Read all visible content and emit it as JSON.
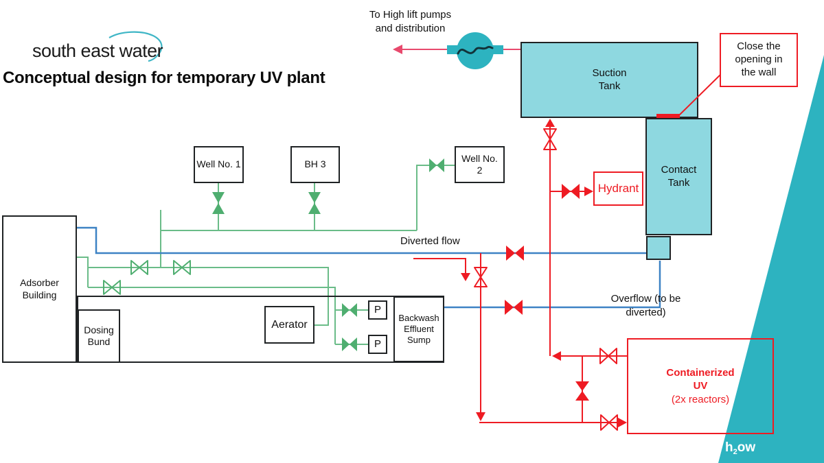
{
  "colors": {
    "tank_fill": "#8ed8e0",
    "brand_teal": "#2db3c0",
    "pipe_green": "#5fb57d",
    "pipe_green_line": "#6abc88",
    "pipe_blue": "#3d82c4",
    "pipe_red": "#ee1b23",
    "pump_line_pink": "#e8496d"
  },
  "header": {
    "logo": "south east water",
    "title": "Conceptual design for temporary UV plant"
  },
  "annotations": {
    "high_lift": "To High lift pumps\nand distribution"
  },
  "tanks": {
    "suction": "Suction\nTank",
    "contact": "Contact\nTank"
  },
  "sources": {
    "well1": "Well No. 1",
    "bh3": "BH 3",
    "well2": "Well No.\n2"
  },
  "site": {
    "adsorber": "Adsorber\nBuilding",
    "dosing_bund": "Dosing\nBund",
    "aerator": "Aerator",
    "sump": "Backwash\nEffluent\nSump",
    "pump_label": "P"
  },
  "callouts": {
    "close_wall": "Close the\nopening in\nthe wall",
    "hydrant": "Hydrant"
  },
  "uv": {
    "line1": "Containerized",
    "line2": "UV",
    "line3": "(2x reactors)"
  },
  "flow_labels": {
    "diverted": "Diverted flow",
    "overflow": "Overflow (to be\ndiverted)"
  },
  "brand": {
    "h": "h",
    "sub": "2",
    "ow": "ow"
  }
}
